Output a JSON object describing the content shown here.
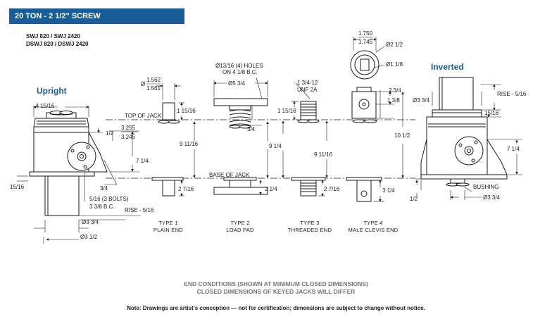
{
  "header": {
    "title": "20 TON - 2 1/2\" SCREW",
    "color": "#1a5d96"
  },
  "models": [
    "SWJ 820 / SWJ 2420",
    "DSWJ 820 / DSWJ 2420"
  ],
  "views": {
    "upright": "Upright",
    "inverted": "Inverted"
  },
  "references": {
    "top_of_jack": "TOP OF JACK",
    "base_of_jack": "BASE OF  JACK"
  },
  "dimensions": {
    "d_4_15_16": "4 15/16",
    "d_half": "1/2",
    "d_3255": "3.255",
    "d_3245": "3.245",
    "d_7_1_4": "7 1/4",
    "d_15_16": "15/16",
    "d_3_4": "3/4",
    "d_5_16_bolts": "5/16 (3 BOLTS)",
    "d_3_3_8_bc": "3 3/8 B.C.",
    "d_rise": "RISE - 5/16",
    "d_dia_3_3_4": "Ø3 3/4",
    "d_dia_3_1_2": "Ø3 1/2",
    "d_dia_prefix": "Ø",
    "d_1562": "1.562",
    "d_1561": "1.561",
    "d_1_15_16": "1 15/16",
    "d_9_11_16": "9 11/16",
    "d_2_7_16": "2 7/16",
    "d_holes": "Ø13/16 (4) HOLES",
    "d_holes_bc": "ON 4 1/8 B.C.",
    "d_dia_5_3_4": "Ø5 3/4",
    "d_9_1_4": "9 1/4",
    "d_2_1_4": "2 1/4",
    "d_thread": "1 3/4-12",
    "d_unf": "UNF 2A",
    "d_1750": "1.750",
    "d_1745": "1.745",
    "d_dia_2_1_2": "Ø2 1/2",
    "d_dia_1_1_8": "Ø1 1/8",
    "d_2_3_4": "2 3/4",
    "d_1_3_8": "1 3/8",
    "d_10_1_2": "10 1/2",
    "d_3_1_4": "3 1/4",
    "d_bushing": "BUSHING"
  },
  "types": [
    {
      "name": "TYPE 1",
      "desc": "PLAIN END"
    },
    {
      "name": "TYPE 2",
      "desc": "LOAD PAD"
    },
    {
      "name": "TYPE 3",
      "desc": "THREADED END"
    },
    {
      "name": "TYPE 4",
      "desc": "MALE CLEVIS END"
    }
  ],
  "footer": {
    "line1": "END CONDITIONS (SHOWN AT MINIMUM CLOSED DIMENSIONS)",
    "line2": "CLOSED DIMENSIONS OF KEYED JACKS WILL DIFFER",
    "note": "Note: Drawings are artist's conception — not for certification; dimensions are subject to change without notice."
  }
}
